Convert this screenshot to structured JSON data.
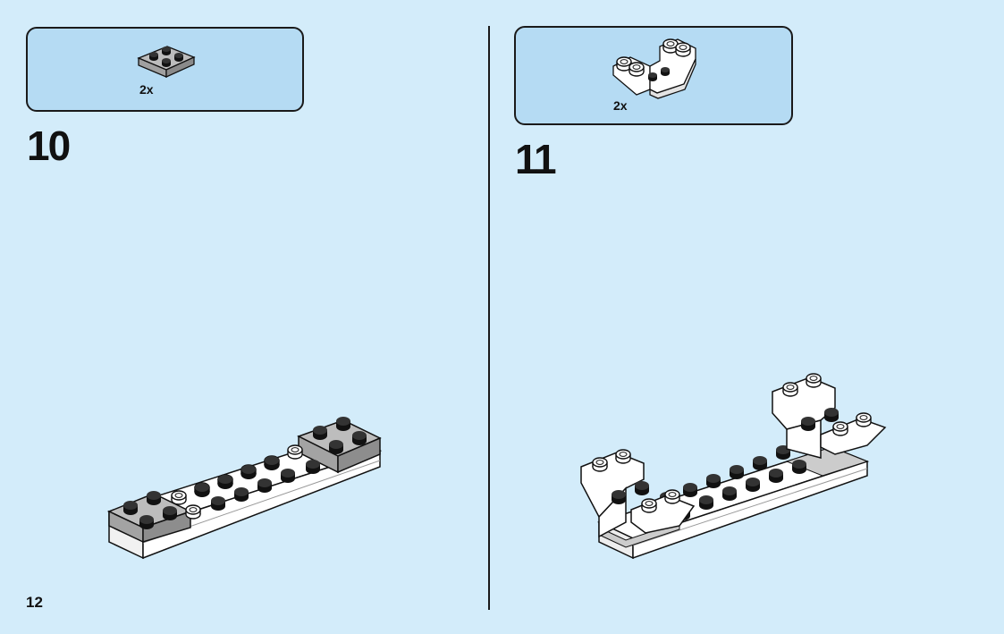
{
  "page": {
    "number": "12"
  },
  "steps": [
    {
      "number": "10",
      "part": {
        "quantity": "2x",
        "name": "gray-2x2-plate",
        "color": "#a8a8a8"
      }
    },
    {
      "number": "11",
      "part": {
        "quantity": "2x",
        "name": "white-inverted-slope-brick",
        "color": "#ffffff"
      }
    }
  ],
  "colors": {
    "background": "#d3ecfa",
    "callout": "#b5dbf3",
    "outline": "#1a1a1a",
    "gray_brick": "#a8a8a8",
    "white_brick": "#ffffff"
  }
}
